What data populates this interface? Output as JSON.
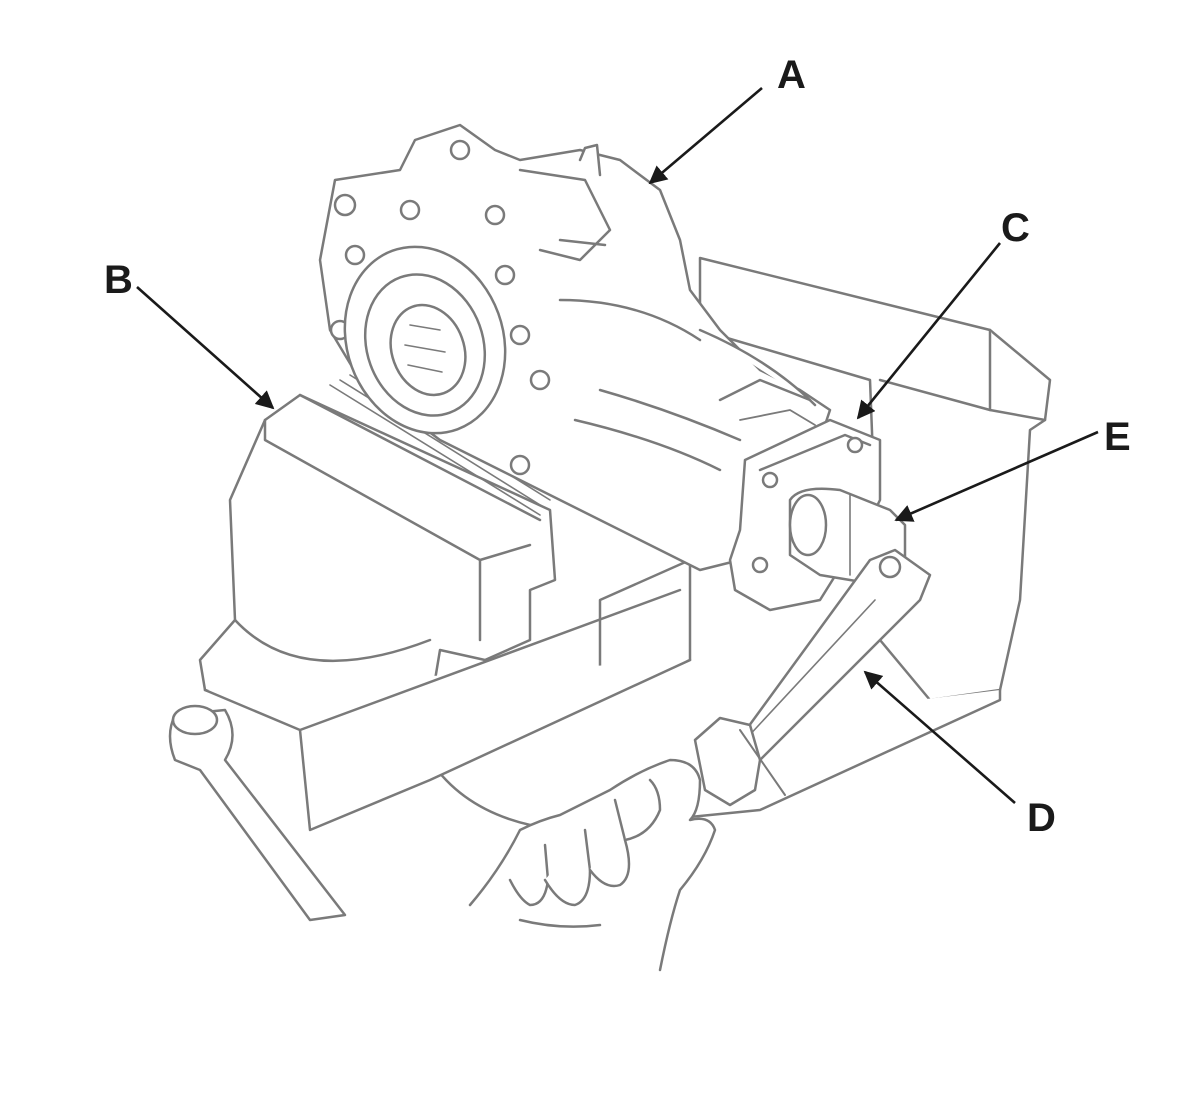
{
  "colors": {
    "ink": "#1a1a1a",
    "line": "#7a7a7a",
    "background": "#ffffff"
  },
  "callouts": [
    {
      "id": "A",
      "text": "A"
    },
    {
      "id": "B",
      "text": "B"
    },
    {
      "id": "C",
      "text": "C"
    },
    {
      "id": "D",
      "text": "D"
    },
    {
      "id": "E",
      "text": "E"
    }
  ]
}
